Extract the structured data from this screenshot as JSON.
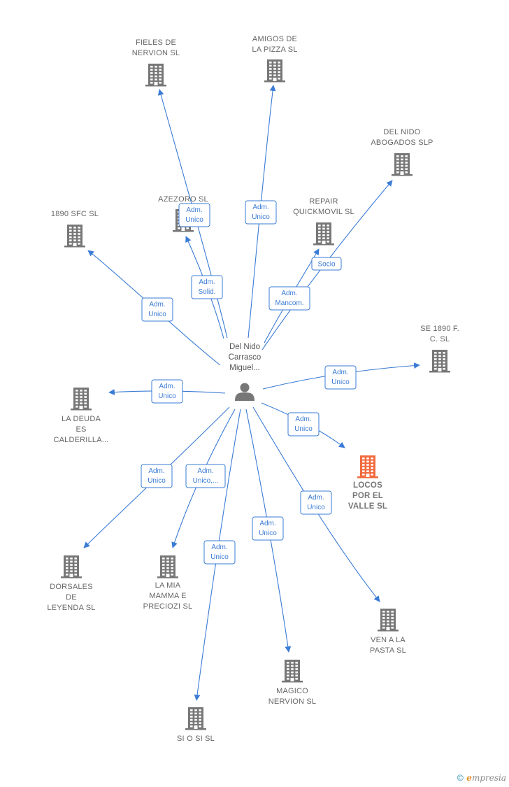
{
  "colors": {
    "edge": "#3a7bd5",
    "building": "#777777",
    "highlight": "#f26a3d"
  },
  "center": {
    "label": [
      "Del Nido",
      "Carrasco",
      "Miguel..."
    ],
    "icon": "person-icon"
  },
  "companies": [
    {
      "id": "fieles",
      "label": [
        "FIELES DE",
        "NERVION  SL"
      ],
      "highlight": false
    },
    {
      "id": "amigos",
      "label": [
        "AMIGOS DE",
        "LA PIZZA  SL"
      ],
      "highlight": false
    },
    {
      "id": "delnido",
      "label": [
        "DEL NIDO",
        "ABOGADOS SLP"
      ],
      "highlight": false
    },
    {
      "id": "azezoro",
      "label": [
        "AZEZORO  SL"
      ],
      "highlight": false
    },
    {
      "id": "repair",
      "label": [
        "REPAIR",
        "QUICKMOVIL SL"
      ],
      "highlight": false
    },
    {
      "id": "sfc1890",
      "label": [
        "1890 SFC  SL"
      ],
      "highlight": false
    },
    {
      "id": "se1890",
      "label": [
        "SE 1890 F.",
        "C.  SL"
      ],
      "highlight": false
    },
    {
      "id": "deuda",
      "label": [
        "LA DEUDA",
        "ES",
        "CALDERILLA..."
      ],
      "highlight": false
    },
    {
      "id": "locos",
      "label": [
        "LOCOS",
        "POR EL",
        "VALLE  SL"
      ],
      "highlight": true
    },
    {
      "id": "dorsales",
      "label": [
        "DORSALES",
        "DE",
        "LEYENDA  SL"
      ],
      "highlight": false
    },
    {
      "id": "mamma",
      "label": [
        "LA MIA",
        "MAMMA E",
        "PRECIOZI  SL"
      ],
      "highlight": false
    },
    {
      "id": "venala",
      "label": [
        "VEN A LA",
        "PASTA  SL"
      ],
      "highlight": false
    },
    {
      "id": "magico",
      "label": [
        "MAGICO",
        "NERVION  SL"
      ],
      "highlight": false
    },
    {
      "id": "siosi",
      "label": [
        "SI O SI  SL"
      ],
      "highlight": false
    }
  ],
  "relations": [
    {
      "to": "fieles",
      "role": [
        "Adm.",
        "Unico"
      ]
    },
    {
      "to": "amigos",
      "role": [
        "Adm.",
        "Unico"
      ]
    },
    {
      "to": "delnido",
      "role": [
        "Socio"
      ]
    },
    {
      "to": "azezoro",
      "role": [
        "Adm.",
        "Solid."
      ]
    },
    {
      "to": "repair",
      "role": [
        "Adm.",
        "Mancom."
      ]
    },
    {
      "to": "sfc1890",
      "role": [
        "Adm.",
        "Unico"
      ]
    },
    {
      "to": "se1890",
      "role": [
        "Adm.",
        "Unico"
      ]
    },
    {
      "to": "deuda",
      "role": [
        "Adm.",
        "Unico"
      ]
    },
    {
      "to": "locos",
      "role": [
        "Adm.",
        "Unico"
      ]
    },
    {
      "to": "dorsales",
      "role": [
        "Adm.",
        "Unico"
      ]
    },
    {
      "to": "mamma",
      "role": [
        "Adm.",
        "Unico,..."
      ]
    },
    {
      "to": "venala",
      "role": [
        "Adm.",
        "Unico"
      ]
    },
    {
      "to": "magico",
      "role": [
        "Adm.",
        "Unico"
      ]
    },
    {
      "to": "siosi",
      "role": [
        "Adm.",
        "Unico"
      ]
    }
  ],
  "footer": {
    "copyright": "©",
    "brand_first": "e",
    "brand_rest": "mpresia"
  }
}
